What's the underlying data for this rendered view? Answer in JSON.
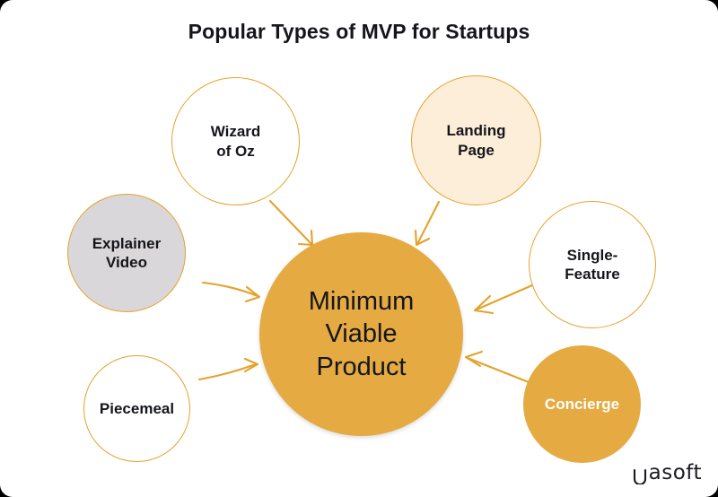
{
  "page": {
    "title": "Popular Types of MVP for Startups",
    "background": "#ffffff"
  },
  "colors": {
    "accent_amber": "#e5aa42",
    "accent_orange_stroke": "#e5a22c",
    "peach_fill": "#fdeed9",
    "gray_fill": "#d9d7d9",
    "white_fill": "#ffffff",
    "text_dark": "#15161c",
    "text_light": "#ffffff"
  },
  "center": {
    "label": "Minimum\nViable\nProduct"
  },
  "nodes": [
    {
      "id": "wizard-of-oz",
      "label": "Wizard\nof Oz",
      "fill": "#ffffff",
      "text": "#15161c"
    },
    {
      "id": "landing-page",
      "label": "Landing\nPage",
      "fill": "#fdeed9",
      "text": "#15161c"
    },
    {
      "id": "explainer-video",
      "label": "Explainer\nVideo",
      "fill": "#d9d7d9",
      "text": "#15161c"
    },
    {
      "id": "single-feature",
      "label": "Single-\nFeature",
      "fill": "#ffffff",
      "text": "#15161c"
    },
    {
      "id": "piecemeal",
      "label": "Piecemeal",
      "fill": "#ffffff",
      "text": "#15161c"
    },
    {
      "id": "concierge",
      "label": "Concierge",
      "fill": "#e5aa42",
      "text": "#ffffff"
    }
  ],
  "arrows": [
    {
      "from": "wizard-of-oz",
      "to": "center",
      "direction": "down-right"
    },
    {
      "from": "landing-page",
      "to": "center",
      "direction": "down-left"
    },
    {
      "from": "explainer-video",
      "to": "center",
      "direction": "right"
    },
    {
      "from": "piecemeal",
      "to": "center",
      "direction": "up-right"
    },
    {
      "from": "single-feature",
      "to": "center",
      "direction": "down-left"
    },
    {
      "from": "concierge",
      "to": "center",
      "direction": "up-left"
    }
  ],
  "logo": {
    "text": "asoft",
    "mark": "L"
  }
}
